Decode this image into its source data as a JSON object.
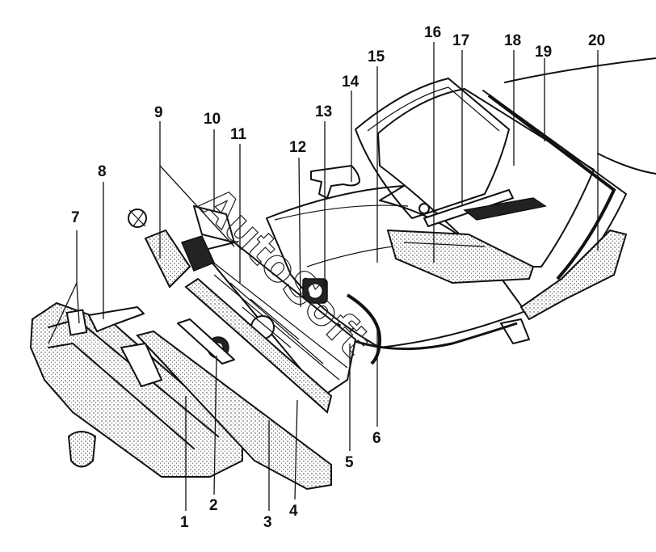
{
  "watermark": "AutoSoft",
  "callouts": [
    {
      "id": "label-1",
      "text": "1"
    },
    {
      "id": "label-2",
      "text": "2"
    },
    {
      "id": "label-3",
      "text": "3"
    },
    {
      "id": "label-4",
      "text": "4"
    },
    {
      "id": "label-5",
      "text": "5"
    },
    {
      "id": "label-6",
      "text": "6"
    },
    {
      "id": "label-7",
      "text": "7"
    },
    {
      "id": "label-8",
      "text": "8"
    },
    {
      "id": "label-9",
      "text": "9"
    },
    {
      "id": "label-10",
      "text": "10"
    },
    {
      "id": "label-11",
      "text": "11"
    },
    {
      "id": "label-12",
      "text": "12"
    },
    {
      "id": "label-13",
      "text": "13"
    },
    {
      "id": "label-14",
      "text": "14"
    },
    {
      "id": "label-15",
      "text": "15"
    },
    {
      "id": "label-16",
      "text": "16"
    },
    {
      "id": "label-17",
      "text": "17"
    },
    {
      "id": "label-18",
      "text": "18"
    },
    {
      "id": "label-19",
      "text": "19"
    },
    {
      "id": "label-20",
      "text": "20"
    }
  ]
}
